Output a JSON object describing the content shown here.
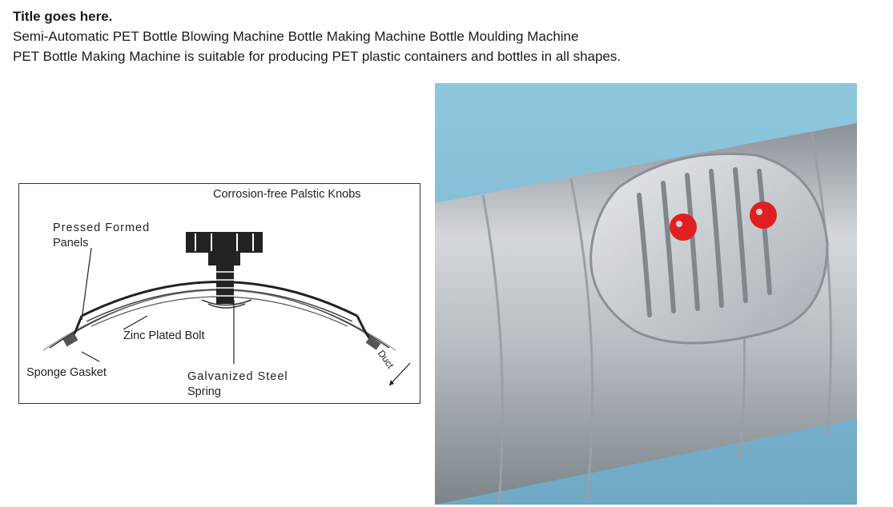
{
  "header": {
    "title": "Title goes here.",
    "line1": "Semi-Automatic PET Bottle Blowing Machine Bottle Making Machine Bottle Moulding Machine",
    "line2": "PET Bottle Making Machine is suitable for producing PET plastic containers and bottles in all shapes."
  },
  "diagram": {
    "knobs_label": "Corrosion-free Palstic Knobs",
    "panels_label_1": "Pressed Formed",
    "panels_label_2": "Panels",
    "bolt_label": "Zinc Plated Bolt",
    "gasket_label": "Sponge Gasket",
    "spring_label_1": "Galvanized Steel",
    "spring_label_2": "Spring",
    "duct_label": "Duct"
  },
  "colors": {
    "sky": "#8ec6dc",
    "metal": "#b9bfc4",
    "knob_red": "#e02020"
  }
}
